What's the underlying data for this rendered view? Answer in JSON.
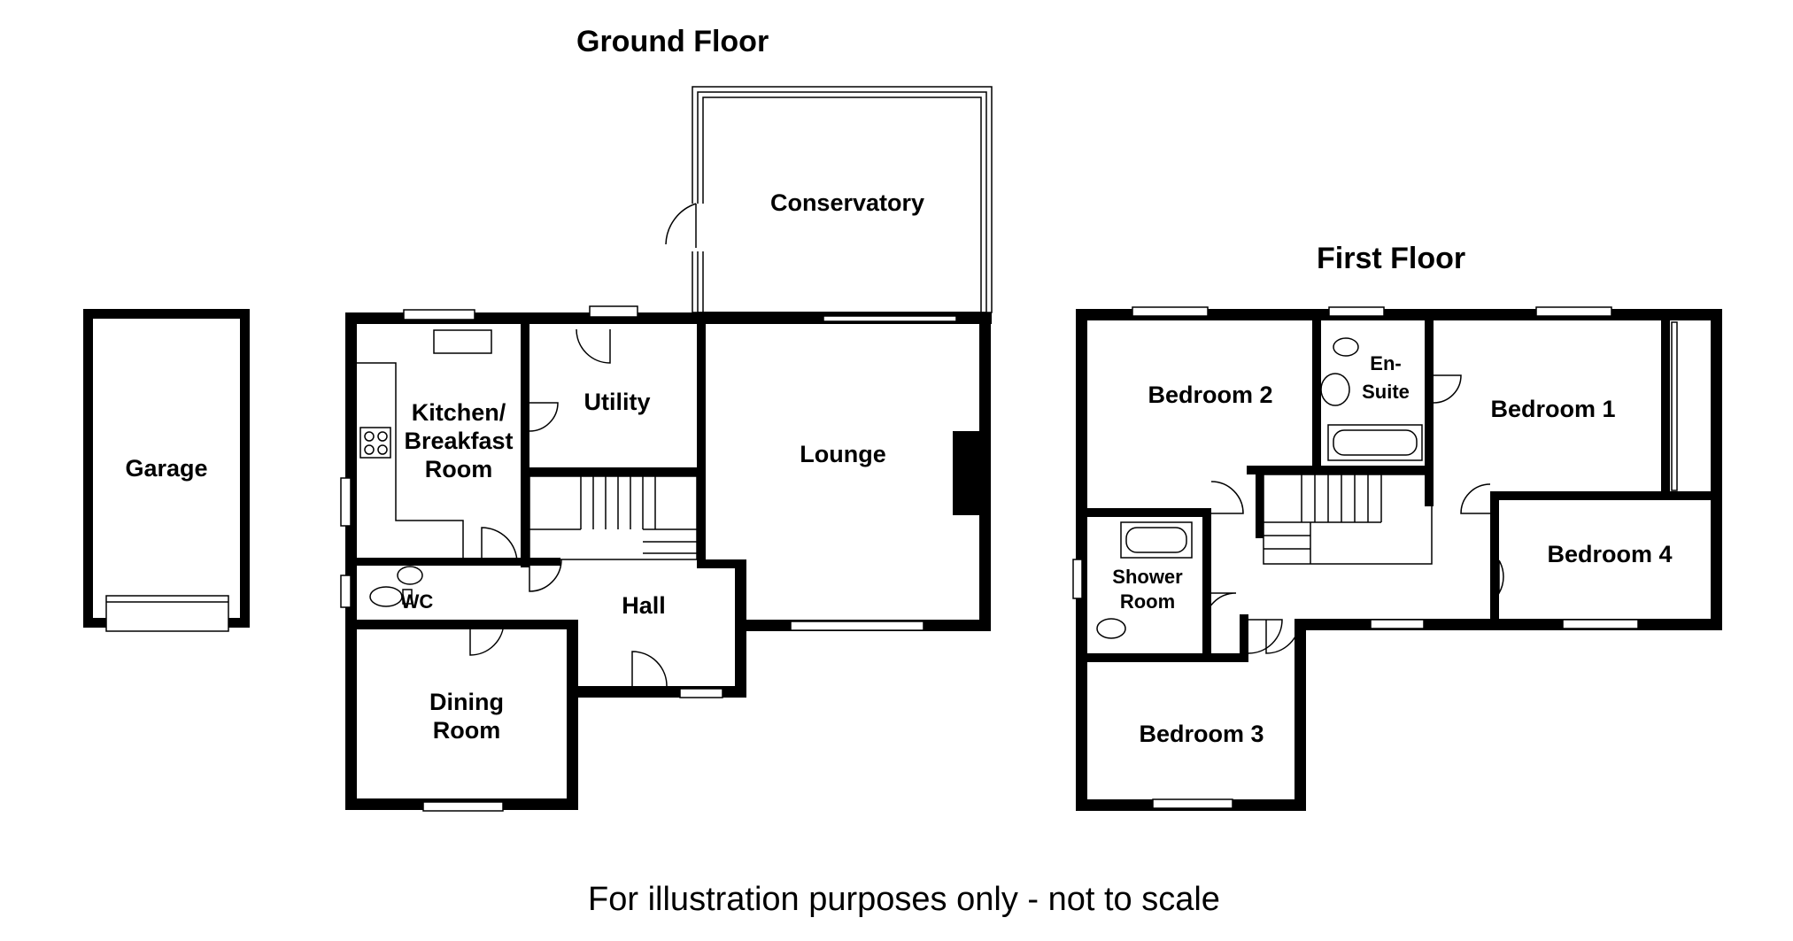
{
  "headings": {
    "ground_floor": "Ground Floor",
    "first_floor": "First Floor"
  },
  "rooms": {
    "garage": "Garage",
    "kitchen_line1": "Kitchen/",
    "kitchen_line2": "Breakfast",
    "kitchen_line3": "Room",
    "utility": "Utility",
    "lounge": "Lounge",
    "conservatory": "Conservatory",
    "hall": "Hall",
    "wc": "WC",
    "dining_line1": "Dining",
    "dining_line2": "Room",
    "bedroom1": "Bedroom 1",
    "bedroom2": "Bedroom 2",
    "bedroom3": "Bedroom 3",
    "bedroom4": "Bedroom 4",
    "ensuite_line1": "En-",
    "ensuite_line2": "Suite",
    "shower_line1": "Shower",
    "shower_line2": "Room"
  },
  "footer": "For illustration purposes only - not to scale"
}
